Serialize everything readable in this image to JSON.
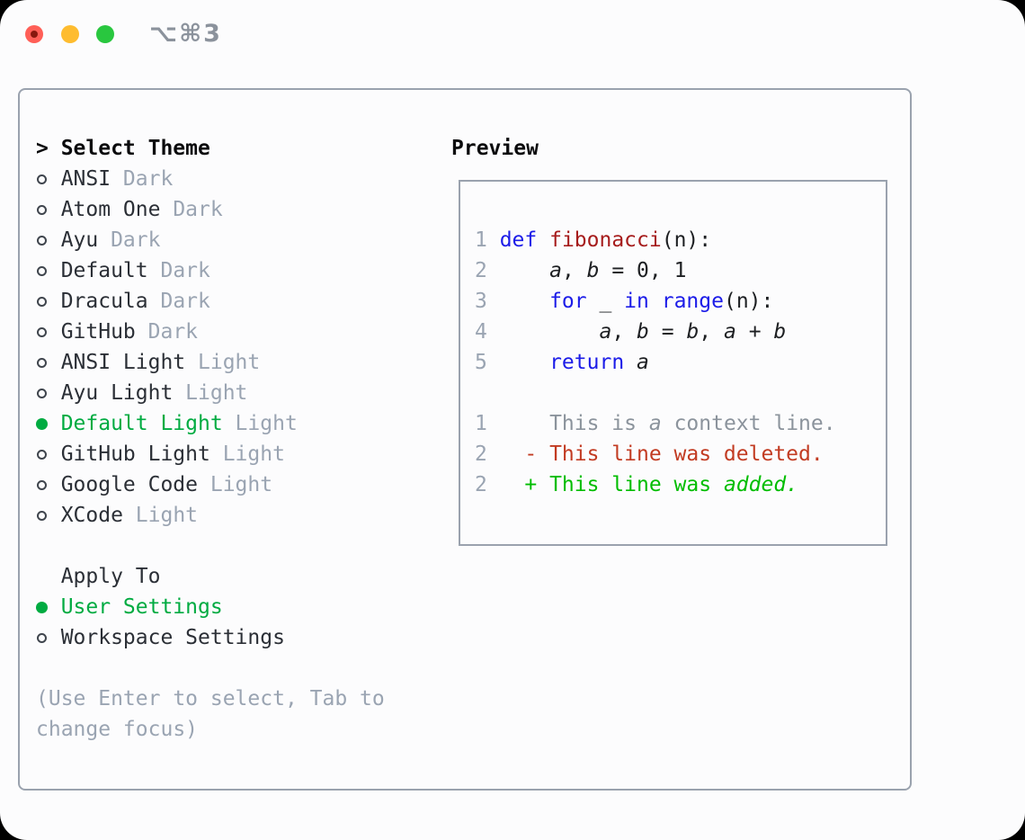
{
  "window": {
    "title": "⌥⌘3"
  },
  "colors": {
    "bg": "#fcfcfd",
    "border": "#9aa2ae",
    "text": "#2b2f36",
    "muted": "#9aa4b2",
    "titlegray": "#8b929c",
    "selected_green": "#00ab41",
    "keyword_blue": "#1c1ce8",
    "function_red": "#a61c1c",
    "code_plain": "#1d1f22",
    "context_gray": "#8b939c",
    "deleted_red": "#c23b22",
    "added_green": "#00bd00",
    "traffic_red": "#ff5f57",
    "traffic_red_dot": "#87180e",
    "traffic_yellow": "#febc2f",
    "traffic_green": "#29c73f"
  },
  "theme_panel": {
    "header": {
      "marker": ">",
      "label": "Select Theme"
    },
    "themes": [
      {
        "name": "ANSI",
        "variant": "Dark",
        "selected": false
      },
      {
        "name": "Atom One",
        "variant": "Dark",
        "selected": false
      },
      {
        "name": "Ayu",
        "variant": "Dark",
        "selected": false
      },
      {
        "name": "Default",
        "variant": "Dark",
        "selected": false
      },
      {
        "name": "Dracula",
        "variant": "Dark",
        "selected": false
      },
      {
        "name": "GitHub",
        "variant": "Dark",
        "selected": false
      },
      {
        "name": "ANSI Light",
        "variant": "Light",
        "selected": false
      },
      {
        "name": "Ayu Light",
        "variant": "Light",
        "selected": false
      },
      {
        "name": "Default Light",
        "variant": "Light",
        "selected": true
      },
      {
        "name": "GitHub Light",
        "variant": "Light",
        "selected": false
      },
      {
        "name": "Google Code",
        "variant": "Light",
        "selected": false
      },
      {
        "name": "XCode",
        "variant": "Light",
        "selected": false
      }
    ],
    "apply_to": {
      "label": "Apply To",
      "options": [
        {
          "name": "User Settings",
          "selected": true
        },
        {
          "name": "Workspace Settings",
          "selected": false
        }
      ]
    },
    "hint_lines": [
      "(Use Enter to select, Tab to",
      "change focus)"
    ]
  },
  "preview": {
    "label": "Preview",
    "lines": [
      {
        "num": "1",
        "cls": "",
        "tokens": [
          {
            "t": "def",
            "c": "kw"
          },
          {
            "t": " "
          },
          {
            "t": "fibonacci",
            "c": "fn"
          },
          {
            "t": "(n):"
          }
        ]
      },
      {
        "num": "2",
        "cls": "",
        "tokens": [
          {
            "t": "    "
          },
          {
            "t": "a",
            "i": true
          },
          {
            "t": ", "
          },
          {
            "t": "b",
            "i": true
          },
          {
            "t": " = 0, 1"
          }
        ]
      },
      {
        "num": "3",
        "cls": "",
        "tokens": [
          {
            "t": "    "
          },
          {
            "t": "for",
            "c": "kw"
          },
          {
            "t": " _ "
          },
          {
            "t": "in",
            "c": "kw"
          },
          {
            "t": " "
          },
          {
            "t": "range",
            "c": "kw"
          },
          {
            "t": "(n):"
          }
        ]
      },
      {
        "num": "4",
        "cls": "",
        "tokens": [
          {
            "t": "        "
          },
          {
            "t": "a",
            "i": true
          },
          {
            "t": ", "
          },
          {
            "t": "b",
            "i": true
          },
          {
            "t": " = "
          },
          {
            "t": "b",
            "i": true
          },
          {
            "t": ", "
          },
          {
            "t": "a",
            "i": true
          },
          {
            "t": " + "
          },
          {
            "t": "b",
            "i": true
          }
        ]
      },
      {
        "num": "5",
        "cls": "",
        "tokens": [
          {
            "t": "    "
          },
          {
            "t": "return",
            "c": "kw"
          },
          {
            "t": " "
          },
          {
            "t": "a",
            "i": true
          }
        ]
      },
      {
        "num": "",
        "cls": "",
        "tokens": []
      },
      {
        "num": "1",
        "cls": "ctx",
        "tokens": [
          {
            "t": "    This is "
          },
          {
            "t": "a",
            "i": true
          },
          {
            "t": " context line."
          }
        ]
      },
      {
        "num": "2",
        "cls": "del",
        "tokens": [
          {
            "t": "  - This line was deleted."
          }
        ]
      },
      {
        "num": "2",
        "cls": "add",
        "tokens": [
          {
            "t": "  + This line was "
          },
          {
            "t": "added.",
            "i": true
          }
        ]
      }
    ]
  }
}
